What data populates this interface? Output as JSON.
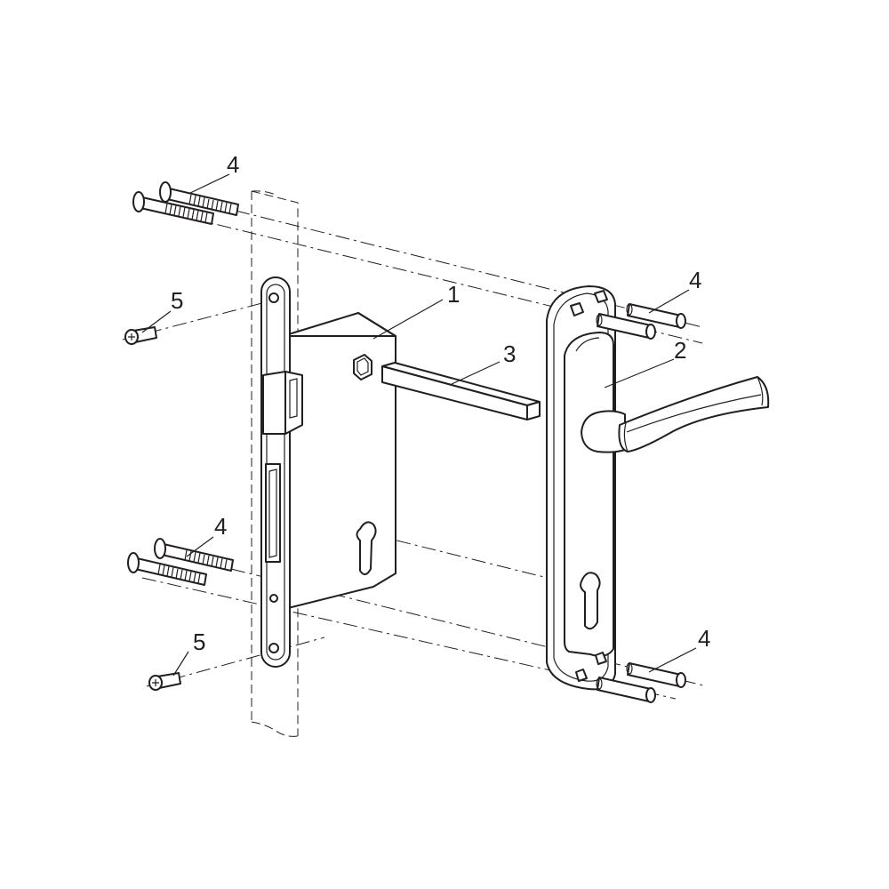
{
  "callouts": {
    "c1": "1",
    "c2": "2",
    "c3": "3",
    "c4a": "4",
    "c4b": "4",
    "c4c": "4",
    "c4d": "4",
    "c5a": "5",
    "c5b": "5"
  },
  "colors": {
    "ink": "#231f20",
    "paper": "#ffffff"
  }
}
